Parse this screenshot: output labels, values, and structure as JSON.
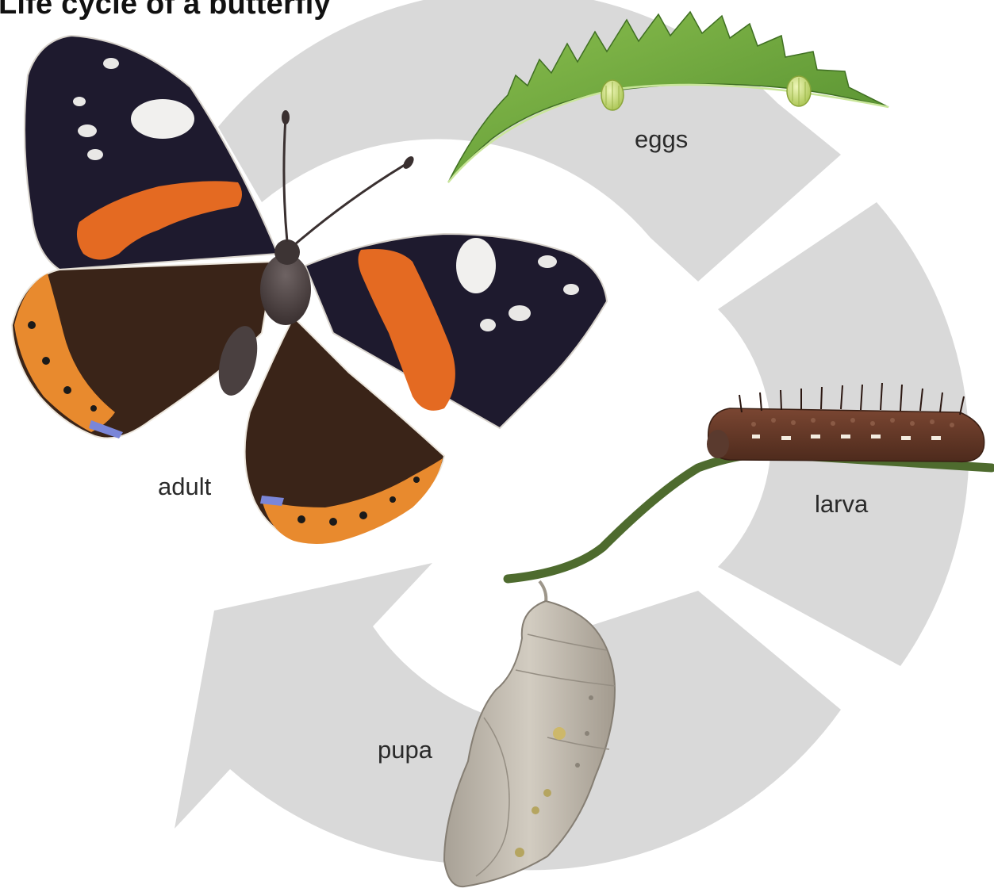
{
  "title": "Life cycle of a butterfly",
  "stages": {
    "eggs": "eggs",
    "larva": "larva",
    "pupa": "pupa",
    "adult": "adult"
  },
  "colors": {
    "cycle_arrow": "#d9d9d9",
    "leaf": "#6fa63e",
    "egg": "#c8dc7a",
    "stem": "#4e6b2e",
    "caterpillar": "#6b3a26",
    "pupa": "#bdb6ab",
    "wing_black": "#1e1a2e",
    "wing_orange": "#e46a22",
    "body": "#4a4040"
  },
  "icons": [
    "leaf-with-eggs-illustration",
    "caterpillar-illustration",
    "chrysalis-illustration",
    "red-admiral-butterfly-illustration"
  ]
}
